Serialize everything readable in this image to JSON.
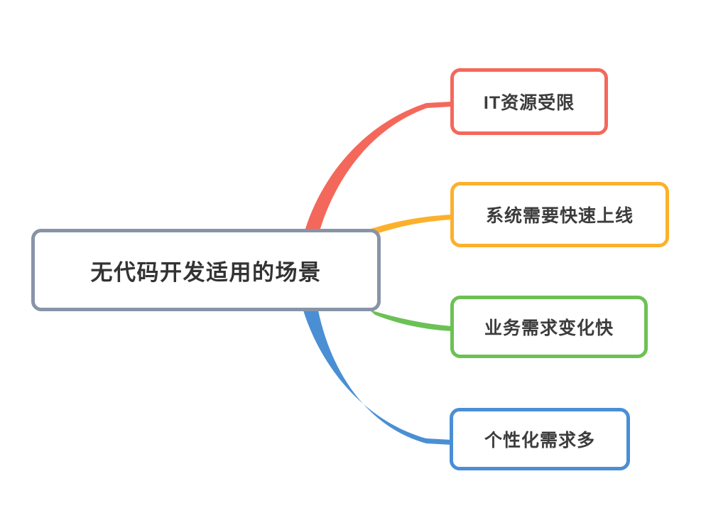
{
  "diagram": {
    "type": "mind-map",
    "title": "无代码开发适用的场景",
    "background_color": "#ffffff",
    "root": {
      "id": "root",
      "label": "无代码开发适用的场景",
      "border_color": "#8894a6",
      "fill_color": "#ffffff",
      "text_color": "#333333"
    },
    "branches": [
      {
        "id": "it-resource",
        "label": "IT资源受限",
        "color": "#f4685b",
        "connector_color": "#f4685b",
        "fill_color": "#ffffff",
        "text_color": "#3c3c3c"
      },
      {
        "id": "fast-launch",
        "label": "系统需要快速上线",
        "color": "#fbb12c",
        "connector_color": "#fbb12c",
        "fill_color": "#ffffff",
        "text_color": "#3c3c3c"
      },
      {
        "id": "changing-needs",
        "label": "业务需求变化快",
        "color": "#6cc155",
        "connector_color": "#6cc155",
        "fill_color": "#ffffff",
        "text_color": "#3c3c3c"
      },
      {
        "id": "personalized",
        "label": "个性化需求多",
        "color": "#4a8fd4",
        "connector_color": "#4a8fd4",
        "fill_color": "#ffffff",
        "text_color": "#3c3c3c"
      }
    ]
  }
}
